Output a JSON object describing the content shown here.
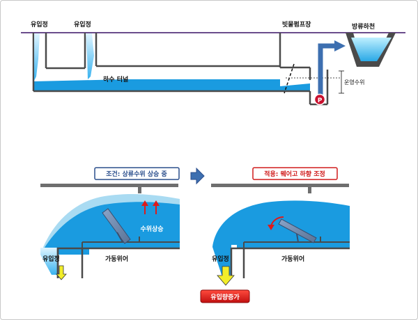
{
  "top": {
    "inlet_1": "유입정",
    "inlet_2": "유입정",
    "pump_station": "빗물펌프장",
    "discharge_river": "방류하천",
    "sewer_tunnel": "하수 터널",
    "operating_level": "운영수위",
    "pump_symbol": "P"
  },
  "bottom_left": {
    "condition_label": "조건: 상류수위 상승 중",
    "water_rise": "수위상승",
    "inlet": "유입정",
    "movable_weir": "가동위어"
  },
  "bottom_right": {
    "apply_label": "적용: 웨어고 하향 조정",
    "inlet": "유입정",
    "movable_weir": "가동위어",
    "inflow_increase": "유입량증가"
  },
  "colors": {
    "water": "#1a9be0",
    "ceiling": "#6a4c8c",
    "wall": "#4a4a4a",
    "pipe": "#3d6fb0",
    "pump": "#c8102e",
    "badge_blue": "#2a4e8c",
    "badge_red": "#d01b1b",
    "arrow_yellow": "#f2ee2a"
  }
}
